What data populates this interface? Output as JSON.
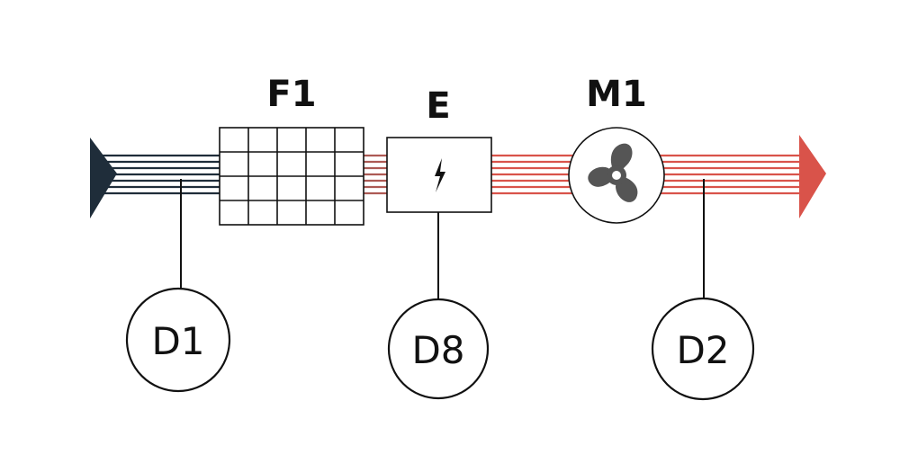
{
  "components": {
    "filter": {
      "label": "F1"
    },
    "heater": {
      "label": "E"
    },
    "fan": {
      "label": "M1"
    }
  },
  "sensors": [
    {
      "label": "D1"
    },
    {
      "label": "D8"
    },
    {
      "label": "D2"
    }
  ],
  "colors": {
    "inlet": "#1f2d3a",
    "outlet": "#d9534a",
    "line": "#111111",
    "fan": "#555555"
  },
  "icons": {
    "heater": "lightning-icon",
    "fan": "fan-icon",
    "inlet": "arrow-tail-icon",
    "outlet": "arrow-head-icon"
  }
}
